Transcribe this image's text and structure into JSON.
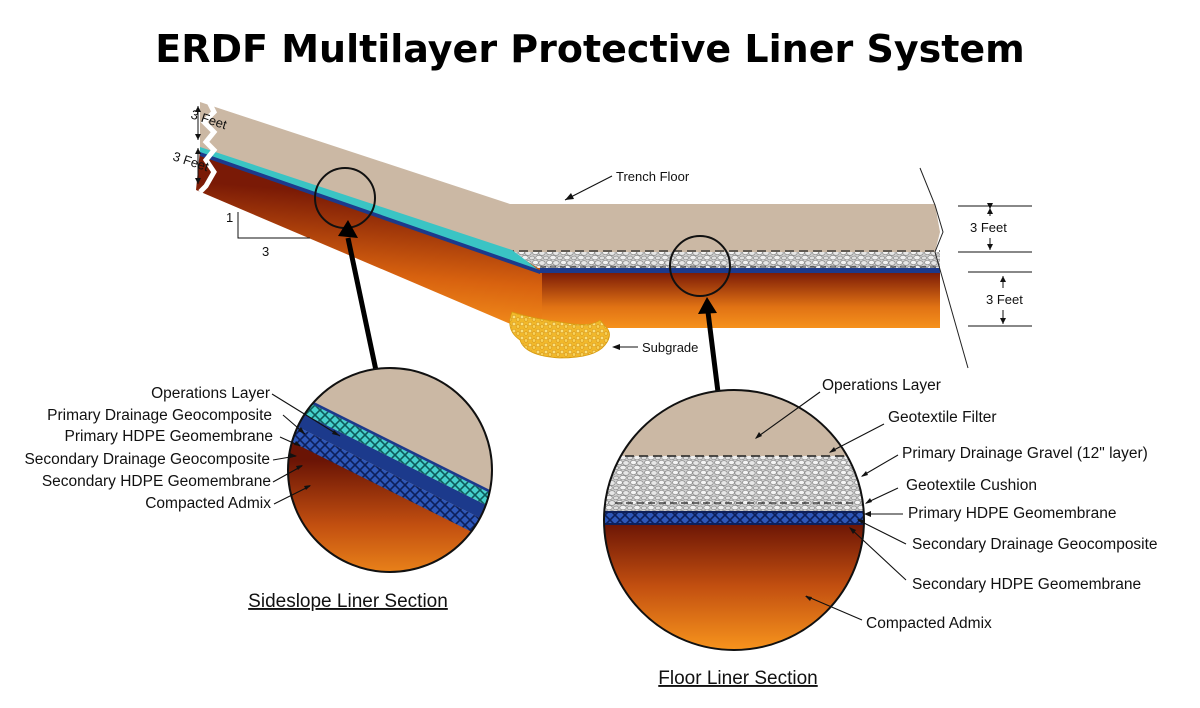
{
  "title": "ERDF Multilayer Protective Liner System",
  "main_section": {
    "thickness_labels": {
      "slope_top": "3 Feet",
      "slope_bottom": "3 Feet",
      "floor_top": "3 Feet",
      "floor_bottom": "3 Feet"
    },
    "slope_ratio": {
      "rise": "1",
      "run": "3"
    },
    "trench_floor": "Trench Floor",
    "subgrade": "Subgrade"
  },
  "sideslope_section": {
    "caption": "Sideslope Liner Section",
    "layers": [
      "Operations Layer",
      "Primary Drainage Geocomposite",
      "Primary HDPE Geomembrane",
      "Secondary Drainage Geocomposite",
      "Secondary HDPE Geomembrane",
      "Compacted Admix"
    ]
  },
  "floor_section": {
    "caption": "Floor Liner Section",
    "layers": [
      "Operations Layer",
      "Geotextile Filter",
      "Primary Drainage Gravel (12\" layer)",
      "Geotextile Cushion",
      "Primary HDPE Geomembrane",
      "Secondary Drainage Geocomposite",
      "Secondary HDPE Geomembrane",
      "Compacted Admix"
    ]
  },
  "colors": {
    "operations_layer": "#cbb8a4",
    "admix_top": "#7a1a06",
    "admix_bottom": "#f7941d",
    "drainage": "#3ac4c4",
    "geomembrane": "#1c3a8c",
    "gravel": "#c8c8c8",
    "subgrade": "#f4c430"
  }
}
